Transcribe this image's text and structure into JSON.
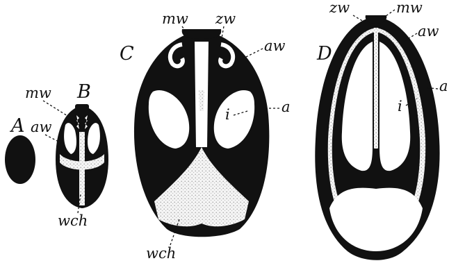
{
  "figure": {
    "panels": [
      {
        "id": "A",
        "letter": "A"
      },
      {
        "id": "B",
        "letter": "B"
      },
      {
        "id": "C",
        "letter": "C"
      },
      {
        "id": "D",
        "letter": "D"
      }
    ],
    "labels": {
      "b_mw": "mw",
      "b_aw": "aw",
      "b_wch": "wch",
      "c_mw": "mw",
      "c_zw": "zw",
      "c_aw": "aw",
      "c_a": "a",
      "c_i": "i",
      "c_wch": "wch",
      "d_zw": "zw",
      "d_mw": "mw",
      "d_aw": "aw",
      "d_a": "a",
      "d_i": "i"
    },
    "colors": {
      "ink": "#111111",
      "stipple": "#e6e6e6",
      "paper": "#ffffff"
    }
  }
}
